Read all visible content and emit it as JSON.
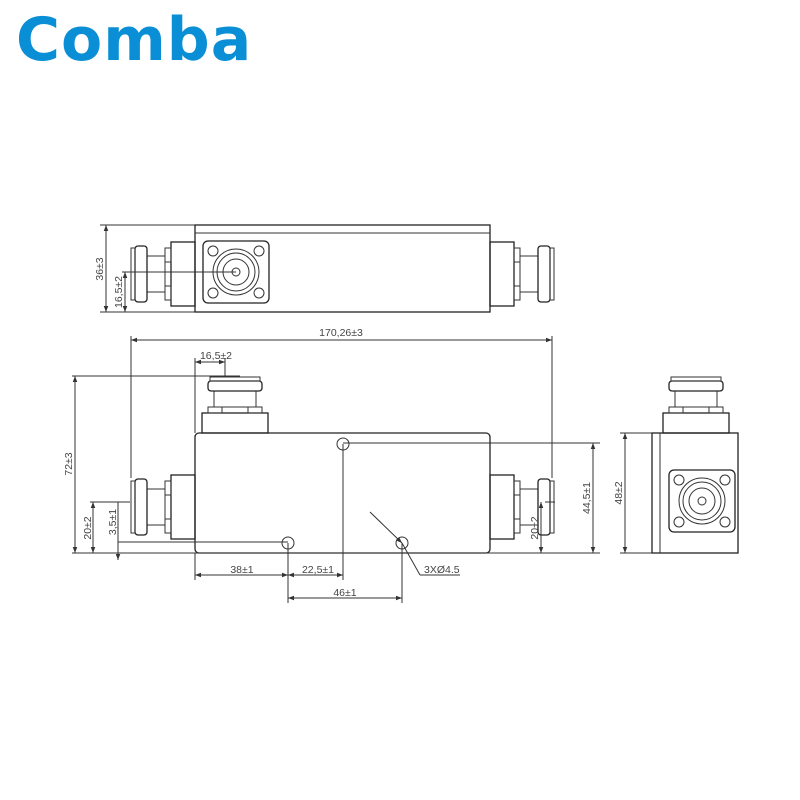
{
  "brand": {
    "name": "Comba",
    "color": "#0A8FD6"
  },
  "drawing": {
    "top_view": {
      "height": "36±3",
      "port_offset": "16,5±2"
    },
    "front_view": {
      "overall_length": "170,26±3",
      "top_port_offset": "16,5±2",
      "overall_height": "72±3",
      "left_port_height": "20±2",
      "hole_offset": "3,5±1",
      "hole1_x": "38±1",
      "hole2_x": "22,5±1",
      "hole_spacing": "46±1",
      "right_hole_height": "44,5±1",
      "right_port_height": "20±2",
      "holes": "3XØ4.5"
    },
    "side_view": {
      "height": "48±2"
    }
  }
}
